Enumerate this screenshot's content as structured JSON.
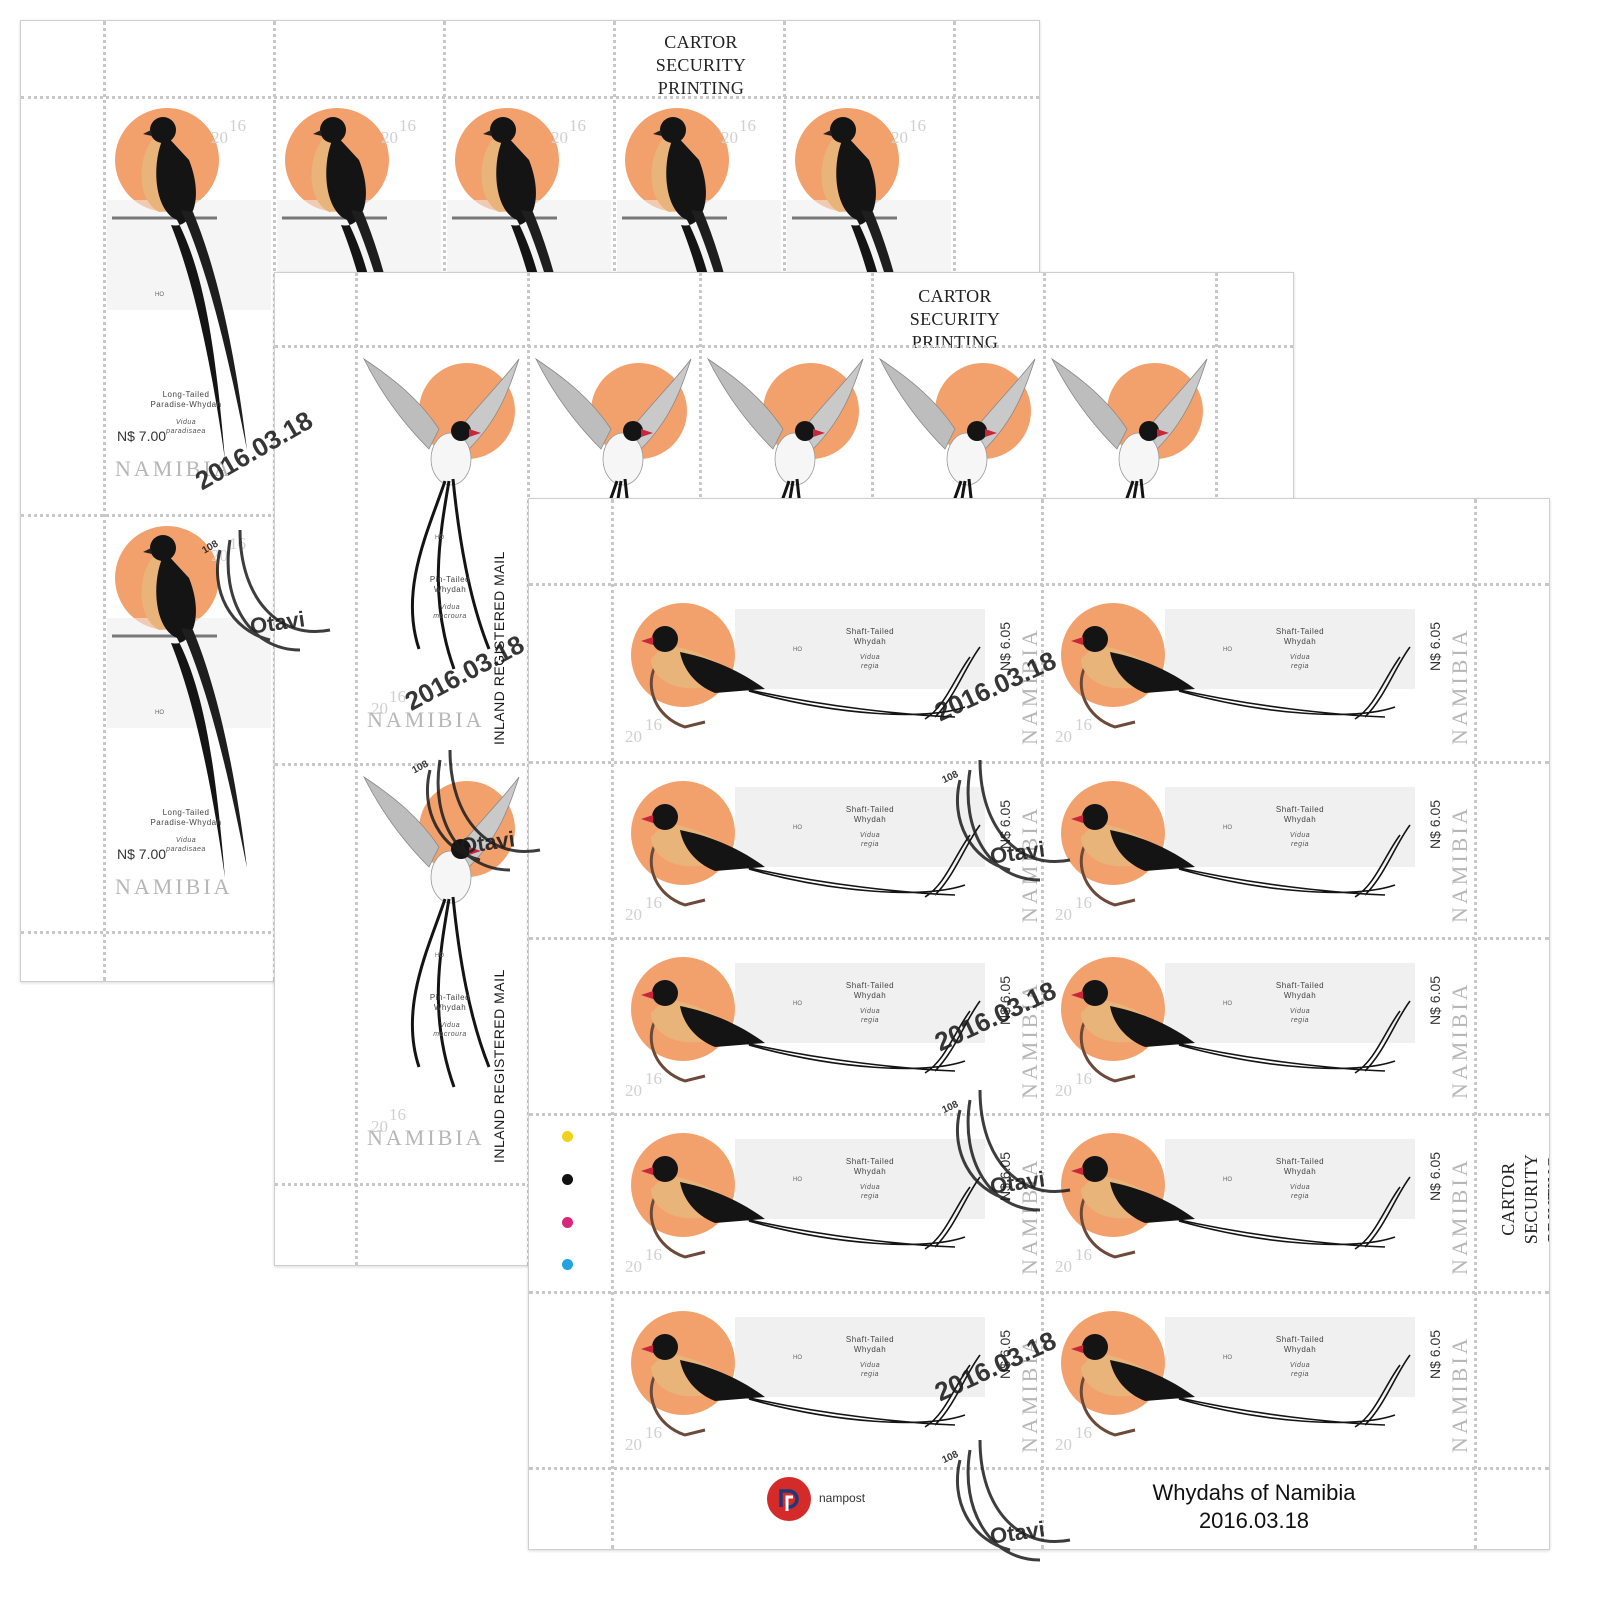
{
  "colors": {
    "sun": "#f3a16c",
    "sun_light": "#fbd3b6",
    "feather_black": "#141414",
    "feather_buff": "#e8b47a",
    "beak_red": "#c8263a",
    "registration": [
      "#f1d21a",
      "#111111",
      "#d8267a",
      "#1fa4df"
    ]
  },
  "sheet1": {
    "printer": [
      "CARTOR",
      "SECURITY PRINTING"
    ],
    "year_left": "20",
    "year_right": "16",
    "initials": "HO",
    "common_name": [
      "Long-Tailed",
      "Paradise-Whydah"
    ],
    "scientific_name": [
      "Vidua",
      "paradisaea"
    ],
    "value": "N$ 7.00",
    "country": "NAMIBIA",
    "icons": [
      "long-tailed-paradise-whydah-illustration"
    ]
  },
  "sheet2": {
    "printer": [
      "CARTOR",
      "SECURITY PRINTING"
    ],
    "year_left": "20",
    "year_right": "16",
    "initials": "HO",
    "common_name": [
      "Pin-Tailed",
      "Whydah"
    ],
    "scientific_name": [
      "Vidua",
      "macroura"
    ],
    "value": "INLAND REGISTERED MAIL",
    "country": "NAMIBIA",
    "icons": [
      "pin-tailed-whydah-illustration"
    ]
  },
  "sheet3": {
    "printer": [
      "CARTOR",
      "SECURITY PRINTING"
    ],
    "year_left": "20",
    "year_right": "16",
    "initials": "HO",
    "common_name": [
      "Shaft-Tailed",
      "Whydah"
    ],
    "scientific_name": [
      "Vidua",
      "regia"
    ],
    "value": "N$ 6.05",
    "country": "NAMIBIA",
    "caption": [
      "Whydahs of Namibia",
      "2016.03.18"
    ],
    "logo_text": "nampost",
    "icons": [
      "shaft-tailed-whydah-illustration",
      "nampost-logo-icon"
    ]
  },
  "postmark": {
    "date": "2016.03.18",
    "town": "Otavi",
    "code": "108",
    "icons": [
      "postmark-bird-tail-icon"
    ]
  }
}
